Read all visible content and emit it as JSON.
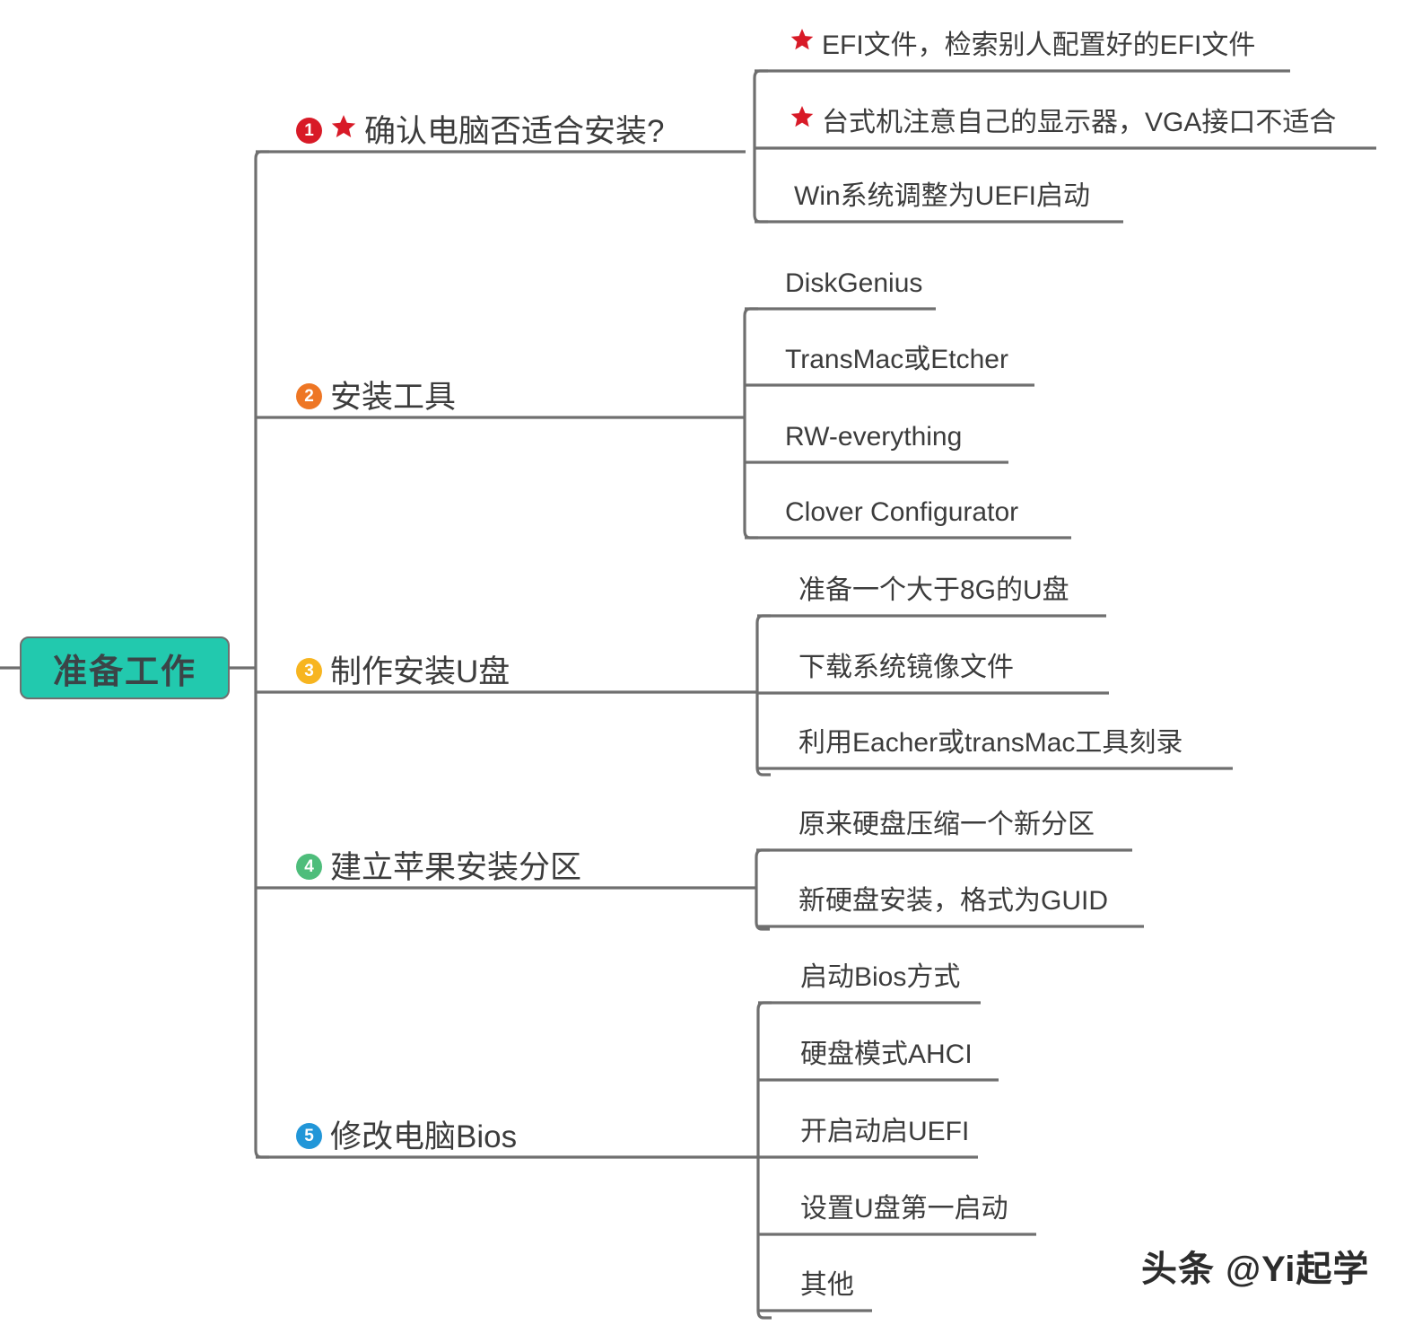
{
  "diagram": {
    "title": "准备工作",
    "watermark": "头条 @Yi起学",
    "colors": {
      "root_fill": "#22c9ae",
      "root_text": "#3b4447",
      "line": "#6f6f6f",
      "text": "#3c3c3c",
      "badge_1": "#d81a27",
      "badge_2": "#ee7624",
      "badge_3": "#f7b520",
      "badge_4": "#4ebd7b",
      "badge_5": "#2196d8",
      "star": "#d81a27"
    },
    "branches": [
      {
        "number": "1",
        "badge_color": "#d81a27",
        "star": true,
        "label": "确认电脑否适合安装?",
        "children": [
          {
            "star": true,
            "label": "EFI文件，检索别人配置好的EFI文件"
          },
          {
            "star": true,
            "label": "台式机注意自己的显示器，VGA接口不适合"
          },
          {
            "star": false,
            "label": "Win系统调整为UEFI启动"
          }
        ]
      },
      {
        "number": "2",
        "badge_color": "#ee7624",
        "star": false,
        "label": "安装工具",
        "children": [
          {
            "star": false,
            "label": "DiskGenius"
          },
          {
            "star": false,
            "label": "TransMac或Etcher"
          },
          {
            "star": false,
            "label": "RW-everything"
          },
          {
            "star": false,
            "label": "Clover Configurator"
          }
        ]
      },
      {
        "number": "3",
        "badge_color": "#f7b520",
        "star": false,
        "label": "制作安装U盘",
        "children": [
          {
            "star": false,
            "label": "准备一个大于8G的U盘"
          },
          {
            "star": false,
            "label": "下载系统镜像文件"
          },
          {
            "star": false,
            "label": "利用Eacher或transMac工具刻录"
          }
        ]
      },
      {
        "number": "4",
        "badge_color": "#4ebd7b",
        "star": false,
        "label": "建立苹果安装分区",
        "children": [
          {
            "star": false,
            "label": "原来硬盘压缩一个新分区"
          },
          {
            "star": false,
            "label": "新硬盘安装，格式为GUID"
          }
        ]
      },
      {
        "number": "5",
        "badge_color": "#2196d8",
        "star": false,
        "label": "修改电脑Bios",
        "children": [
          {
            "star": false,
            "label": "启动Bios方式"
          },
          {
            "star": false,
            "label": "硬盘模式AHCI"
          },
          {
            "star": false,
            "label": "开启动启UEFI"
          },
          {
            "star": false,
            "label": "设置U盘第一启动"
          },
          {
            "star": false,
            "label": "其他"
          }
        ]
      }
    ]
  }
}
